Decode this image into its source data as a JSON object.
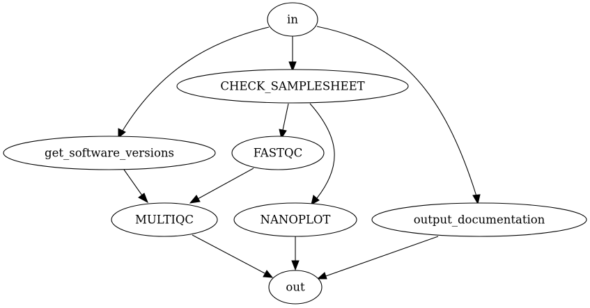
{
  "diagram": {
    "type": "directed-graph",
    "colors": {
      "background": "#ffffff",
      "stroke": "#000000",
      "text": "#000000"
    },
    "nodes": {
      "in": "in",
      "check_samplesheet": "CHECK_SAMPLESHEET",
      "get_software_versions": "get_software_versions",
      "fastqc": "FASTQC",
      "multiqc": "MULTIQC",
      "nanoplot": "NANOPLOT",
      "output_documentation": "output_documentation",
      "out": "out"
    },
    "edges": [
      {
        "from": "in",
        "to": "check_samplesheet"
      },
      {
        "from": "in",
        "to": "get_software_versions"
      },
      {
        "from": "in",
        "to": "output_documentation"
      },
      {
        "from": "check_samplesheet",
        "to": "fastqc"
      },
      {
        "from": "check_samplesheet",
        "to": "nanoplot"
      },
      {
        "from": "get_software_versions",
        "to": "multiqc"
      },
      {
        "from": "fastqc",
        "to": "multiqc"
      },
      {
        "from": "multiqc",
        "to": "out"
      },
      {
        "from": "nanoplot",
        "to": "out"
      },
      {
        "from": "output_documentation",
        "to": "out"
      }
    ]
  }
}
